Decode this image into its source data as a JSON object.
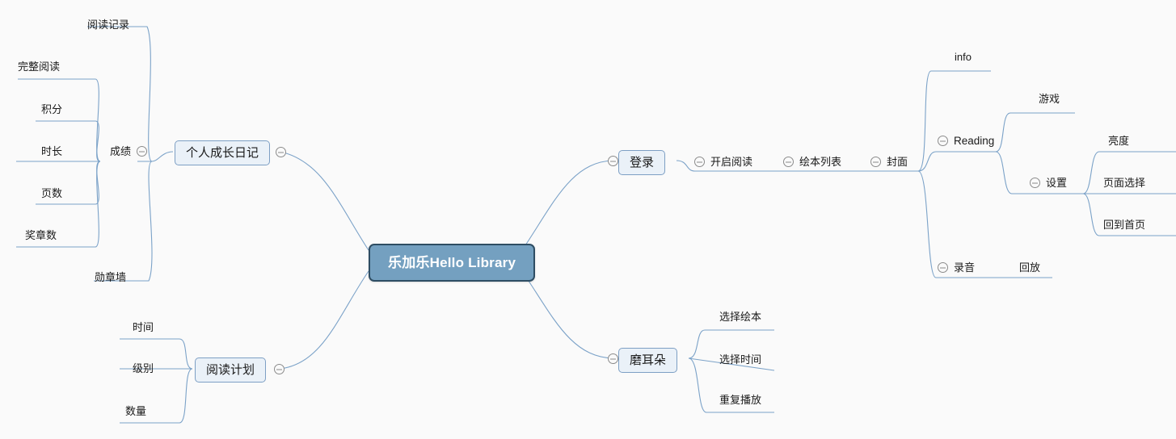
{
  "diagram": {
    "type": "mindmap",
    "title": "乐加乐Hello Library",
    "background": "#fafafa",
    "line_color": "#7ba2c8",
    "root_fill": "#74a0c0",
    "root_border": "#2e4d63",
    "node_fill": "#eaf1f8",
    "node_border": "#7d9fc4",
    "toggle_color": "#8b8b8b"
  },
  "root": {
    "label": "乐加乐Hello Library"
  },
  "branches": {
    "growth_diary": {
      "label": "个人成长日记",
      "toggle": "collapse-toggle",
      "children": {
        "reading_record": {
          "label": "阅读记录"
        },
        "score": {
          "label": "成绩",
          "toggle": "collapse-toggle",
          "children": [
            {
              "label": "完整阅读"
            },
            {
              "label": "积分"
            },
            {
              "label": "时长"
            },
            {
              "label": "页数"
            },
            {
              "label": "奖章数"
            }
          ]
        },
        "medal_wall": {
          "label": "勋章墙"
        }
      }
    },
    "reading_plan": {
      "label": "阅读计划",
      "toggle": "collapse-toggle",
      "children": [
        {
          "label": "时间"
        },
        {
          "label": "级别"
        },
        {
          "label": "数量"
        }
      ]
    },
    "login": {
      "label": "登录",
      "toggle": "collapse-toggle",
      "chain": [
        {
          "label": "开启阅读",
          "toggle": "collapse-toggle"
        },
        {
          "label": "绘本列表",
          "toggle": "collapse-toggle"
        },
        {
          "label": "封面",
          "toggle": "collapse-toggle"
        }
      ],
      "cover_children": {
        "info": {
          "label": "info"
        },
        "reading": {
          "label": "Reading",
          "toggle": "collapse-toggle",
          "children": {
            "game": {
              "label": "游戏"
            },
            "settings": {
              "label": "设置",
              "toggle": "collapse-toggle",
              "children": [
                {
                  "label": "亮度"
                },
                {
                  "label": "页面选择"
                },
                {
                  "label": "回到首页"
                }
              ]
            }
          }
        },
        "recording": {
          "label": "录音",
          "toggle": "collapse-toggle",
          "children": [
            {
              "label": "回放"
            }
          ]
        }
      }
    },
    "ear_training": {
      "label": "磨耳朵",
      "toggle": "collapse-toggle",
      "children": [
        {
          "label": "选择绘本"
        },
        {
          "label": "选择时间"
        },
        {
          "label": "重复播放"
        }
      ]
    }
  }
}
